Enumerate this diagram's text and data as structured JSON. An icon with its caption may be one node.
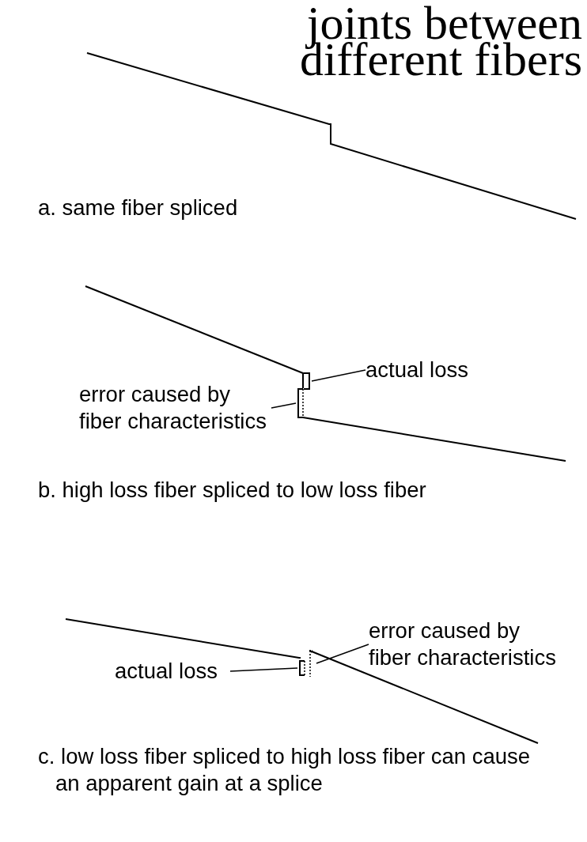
{
  "diagram": {
    "title": "joints between different fibers",
    "nodes": [
      {
        "text": [
          "actual loss"
        ]
      },
      {
        "text": [],
        "shape": "bracket"
      },
      {
        "text": [
          "error caused by fiber characteristics"
        ]
      },
      {
        "text": [],
        "shape": "bracket"
      },
      {
        "text": [
          "error caused by fiber characteristics"
        ]
      },
      {
        "text": [],
        "shape": "bracket"
      },
      {
        "text": [
          "actual loss"
        ]
      },
      {
        "text": [],
        "shape": "bracket"
      }
    ],
    "edges": [
      {
        "from": 0,
        "to": 1,
        "arrow": "none"
      },
      {
        "from": 2,
        "to": 3,
        "arrow": "none"
      },
      {
        "from": 4,
        "to": 5,
        "arrow": "none"
      },
      {
        "from": 6,
        "to": 7,
        "arrow": "none"
      }
    ],
    "labels": [
      "a. same fiber spliced",
      "b. high loss fiber spliced to low loss fiber",
      "c. low loss fiber spliced to high loss fiber can cause an apparent gain at a splice"
    ]
  }
}
